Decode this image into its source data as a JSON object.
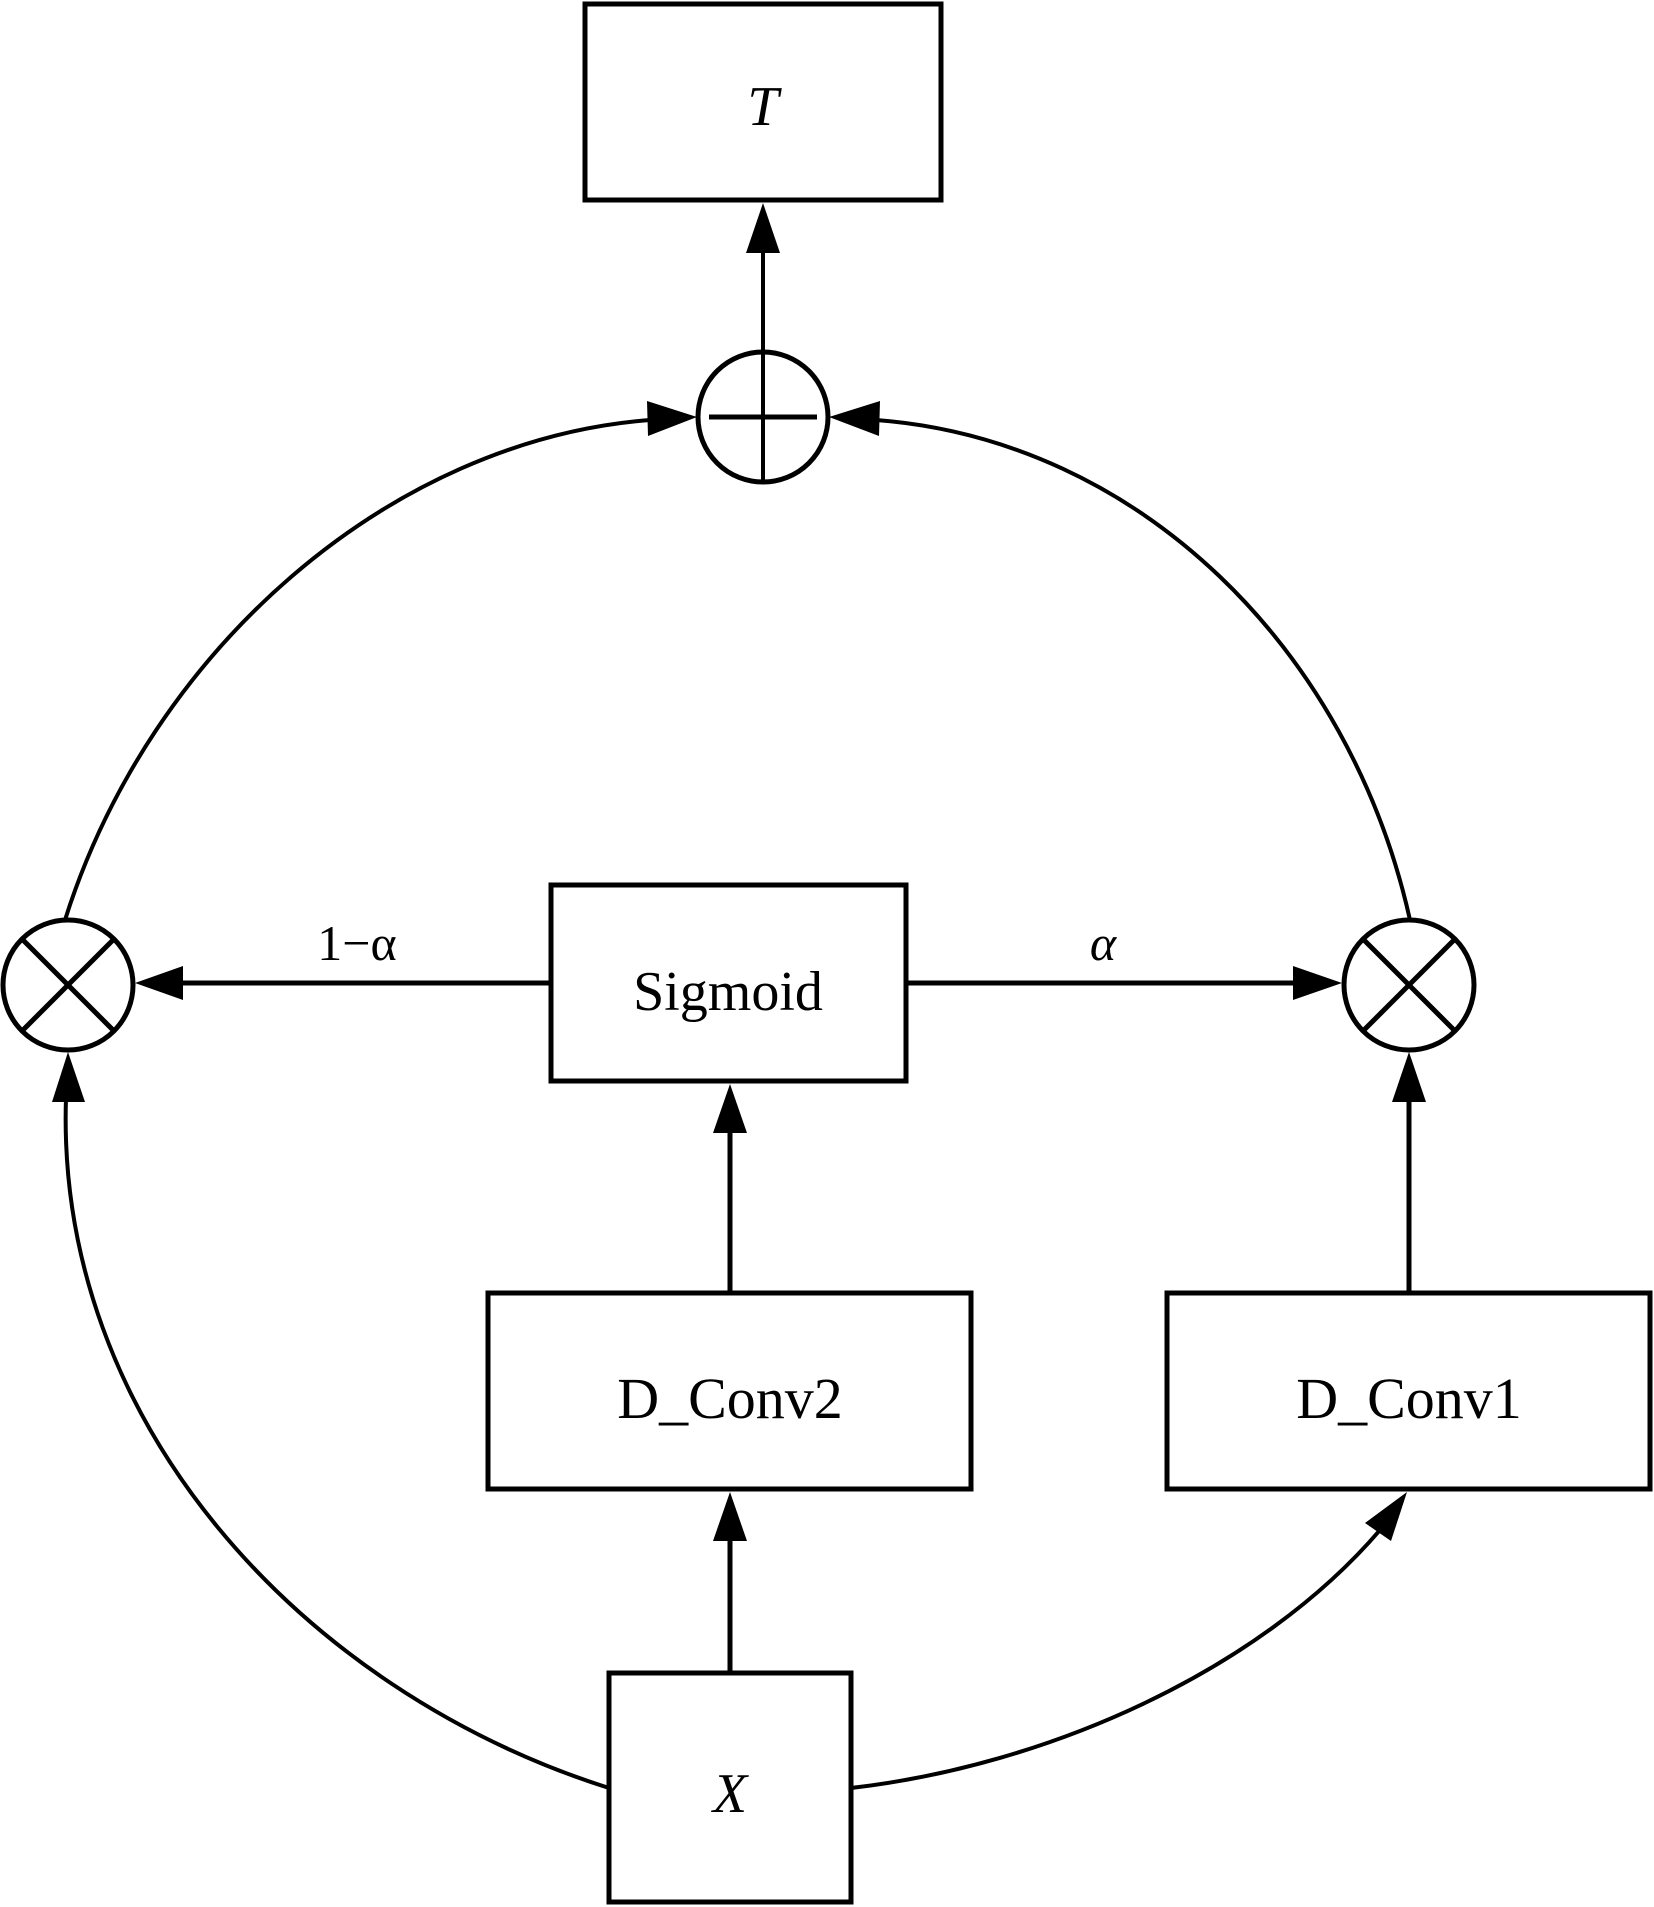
{
  "diagram": {
    "nodes": {
      "output": {
        "label": "T"
      },
      "sum": {
        "symbol": "plus",
        "label": "⊕"
      },
      "mul_left": {
        "symbol": "times",
        "label": "⊗"
      },
      "mul_right": {
        "symbol": "times",
        "label": "⊗"
      },
      "sigmoid": {
        "label": "Sigmoid"
      },
      "dconv2": {
        "label": "D_Conv2"
      },
      "dconv1": {
        "label": "D_Conv1"
      },
      "input": {
        "label": "X"
      }
    },
    "edge_labels": {
      "left_weight": "1−α",
      "right_weight": "α"
    },
    "edges": [
      {
        "from": "input",
        "to": "dconv2"
      },
      {
        "from": "input",
        "to": "dconv1"
      },
      {
        "from": "input",
        "to": "mul_left"
      },
      {
        "from": "dconv2",
        "to": "sigmoid"
      },
      {
        "from": "sigmoid",
        "to": "mul_left",
        "label": "1−α"
      },
      {
        "from": "sigmoid",
        "to": "mul_right",
        "label": "α"
      },
      {
        "from": "dconv1",
        "to": "mul_right"
      },
      {
        "from": "mul_left",
        "to": "sum"
      },
      {
        "from": "mul_right",
        "to": "sum"
      },
      {
        "from": "sum",
        "to": "output"
      }
    ]
  }
}
